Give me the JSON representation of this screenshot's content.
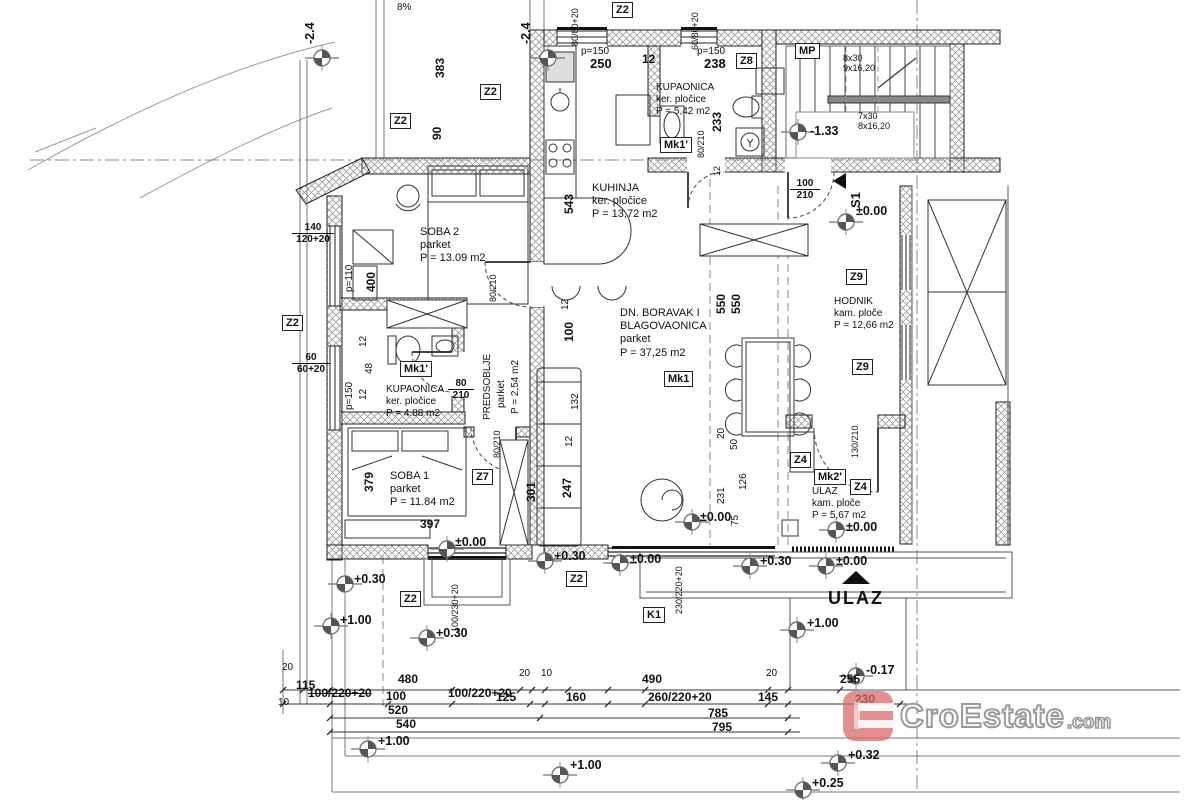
{
  "logo": {
    "brand": "CroEstate",
    "tld": ".com"
  },
  "entrance_label": "ULAZ",
  "slope": "8%",
  "zones": {
    "z2": "Z2",
    "z4": "Z4",
    "z7": "Z7",
    "z8": "Z8",
    "z9": "Z9",
    "k1": "K1",
    "mp": "MP",
    "s1": "S1",
    "mk1": "Mk1",
    "mk1a": "Mk1'",
    "mk2a": "Mk2'"
  },
  "rooms": {
    "soba2": {
      "name": "SOBA 2",
      "floor": "parket",
      "area": "P = 13.09 m2"
    },
    "kuhinja": {
      "name": "KUHINJA",
      "floor": "ker. pločice",
      "area": "P = 13,72 m2"
    },
    "kupaonica1": {
      "name": "KUPAONICA",
      "floor": "ker. pločice",
      "area": "P = 5,42 m2"
    },
    "kupaonica2": {
      "name": "KUPAONICA",
      "floor": "ker. pločice",
      "area": "P = 4.88 m2"
    },
    "predsoblje": {
      "name": "PREDSOBLJE",
      "floor": "parket",
      "area": "P = 2,54 m2"
    },
    "soba1": {
      "name": "SOBA 1",
      "floor": "parket",
      "area": "P = 11.84 m2"
    },
    "boravak": {
      "name": "DN. BORAVAK I",
      "name2": "BLAGOVAONICA",
      "floor": "parket",
      "area": "P = 37,25 m2"
    },
    "hodnik": {
      "name": "HODNIK",
      "floor": "kam. ploče",
      "area": "P = 12,66 m2"
    },
    "ulaz": {
      "name": "ULAZ",
      "floor": "kam. ploče",
      "area": "P = 5,67 m2"
    }
  },
  "levels": {
    "zero": "±0.00",
    "p030": "+0.30",
    "p100": "+1.00",
    "m133": "-1.33",
    "m017": "-0.17",
    "p032": "+0.32",
    "p025": "+0.25",
    "m24": "-2.4"
  },
  "stairs": {
    "a1": "8x30",
    "a2": "9x16,20",
    "b1": "7x30",
    "b2": "8x16,20"
  },
  "doors": {
    "d80": {
      "w": "80",
      "h": "210",
      "s": "80/210"
    },
    "d100": {
      "w": "100",
      "h": "210",
      "s": "100/210"
    },
    "d130": {
      "w": "130",
      "h": "210",
      "s": "130/210"
    }
  },
  "windows": {
    "w140": {
      "w": "140",
      "h": "120+20"
    },
    "w60": {
      "w": "60",
      "h": "60+20"
    },
    "w8080": "80/80+20",
    "w6080": "60/80+20",
    "w100230": "100/230+20",
    "w230220": "230/220+20",
    "w100220": "100/220+20",
    "w260220": "260/220+20"
  },
  "dims": {
    "p150": "p=150",
    "p110": "p=110",
    "n383": "383",
    "n90": "90",
    "n250": "250",
    "n238": "238",
    "n233": "233",
    "n543": "543",
    "n12": "12",
    "n100": "100",
    "n400": "400",
    "n48": "48",
    "n379": "379",
    "n397": "397",
    "n301": "301",
    "n550": "550",
    "n132": "132",
    "n247": "247",
    "n20": "20",
    "n50": "50",
    "n231": "231",
    "n126": "126",
    "n75": "75",
    "n115": "115",
    "n10": "10",
    "n480": "480",
    "n520": "520",
    "n540": "540",
    "n125": "125",
    "n160": "160",
    "n490": "490",
    "n145": "145",
    "n255": "255",
    "n230": "230",
    "n785": "785",
    "n795": "795"
  }
}
